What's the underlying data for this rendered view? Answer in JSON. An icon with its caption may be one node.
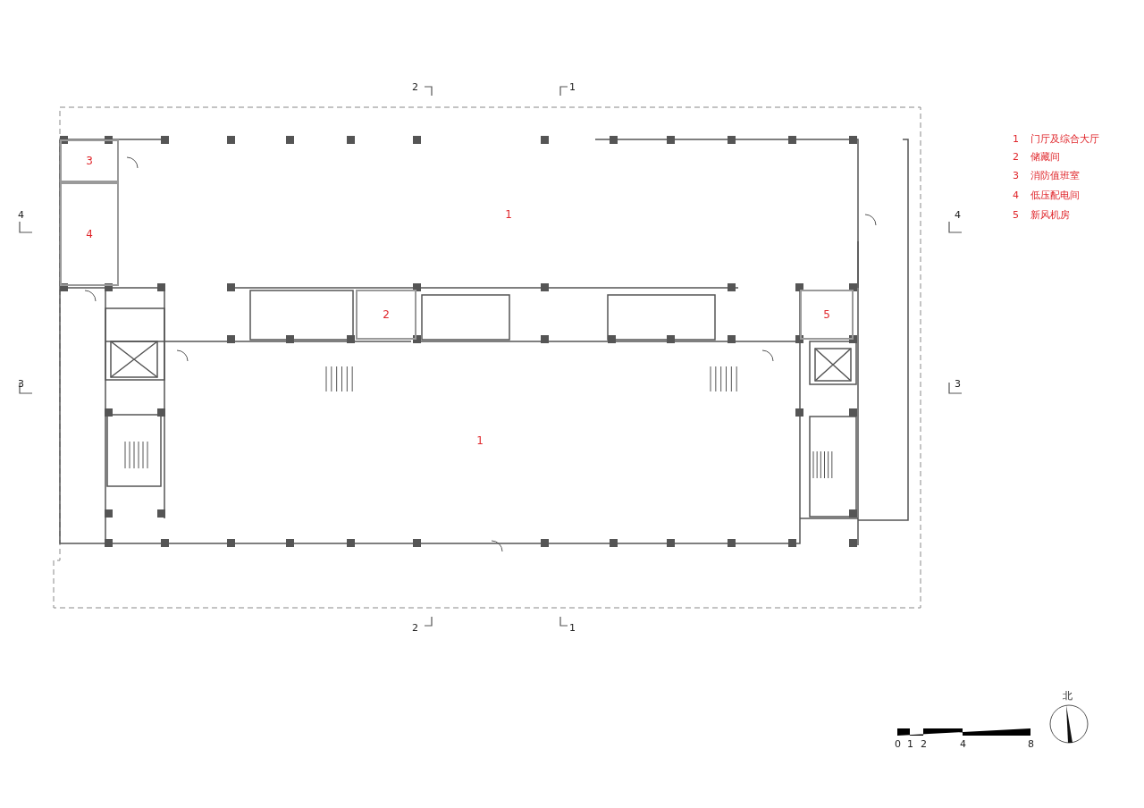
{
  "diagram": {
    "nodes": [
      {
        "text": [
          "3"
        ]
      },
      {
        "text": [
          "4"
        ]
      },
      {
        "text": [
          "1"
        ]
      },
      {
        "text": [
          "2"
        ]
      },
      {
        "text": [
          "5"
        ]
      },
      {
        "text": [
          "1"
        ]
      }
    ],
    "edges": [],
    "labels": [
      "2",
      "1",
      "4",
      "4",
      "3",
      "3",
      "2",
      "1",
      "1",
      "门厅及综合大厅",
      "2",
      "储藏间",
      "3",
      "消防值班室",
      "4",
      "低压配电间",
      "5",
      "新风机房",
      "0",
      "1",
      "2",
      "4",
      "8",
      "北"
    ]
  }
}
